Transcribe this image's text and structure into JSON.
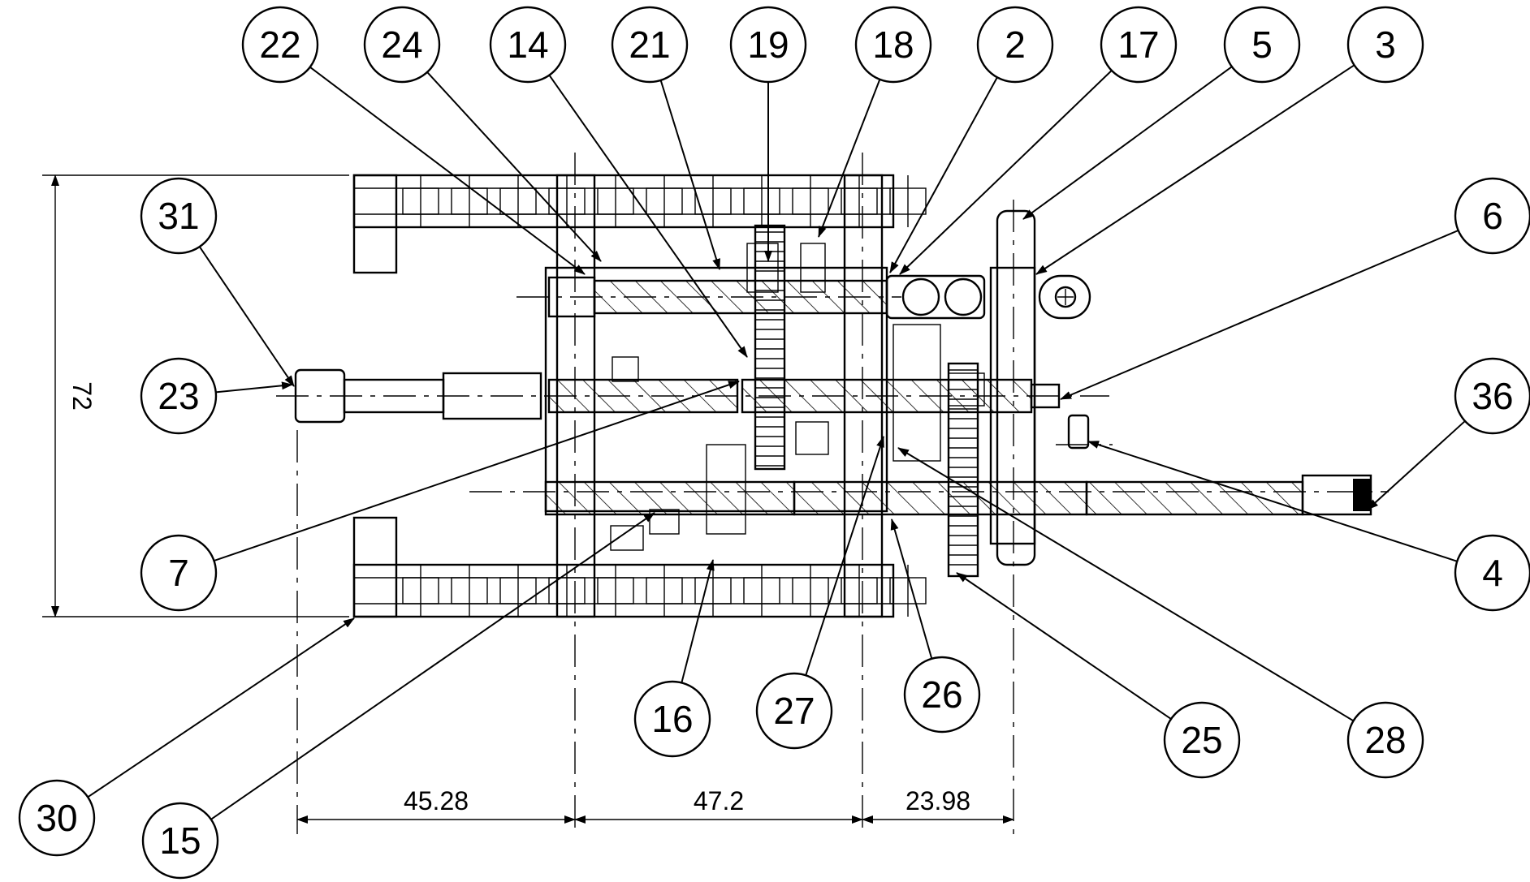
{
  "balloons": [
    {
      "label": "22"
    },
    {
      "label": "24"
    },
    {
      "label": "14"
    },
    {
      "label": "21"
    },
    {
      "label": "19"
    },
    {
      "label": "18"
    },
    {
      "label": "2"
    },
    {
      "label": "17"
    },
    {
      "label": "5"
    },
    {
      "label": "3"
    },
    {
      "label": "31"
    },
    {
      "label": "6"
    },
    {
      "label": "23"
    },
    {
      "label": "36"
    },
    {
      "label": "7"
    },
    {
      "label": "4"
    },
    {
      "label": "16"
    },
    {
      "label": "27"
    },
    {
      "label": "26"
    },
    {
      "label": "25"
    },
    {
      "label": "28"
    },
    {
      "label": "30"
    },
    {
      "label": "15"
    }
  ],
  "dimensions": {
    "d1": "45.28",
    "d2": "47.2",
    "d3": "23.98",
    "height": "72"
  }
}
